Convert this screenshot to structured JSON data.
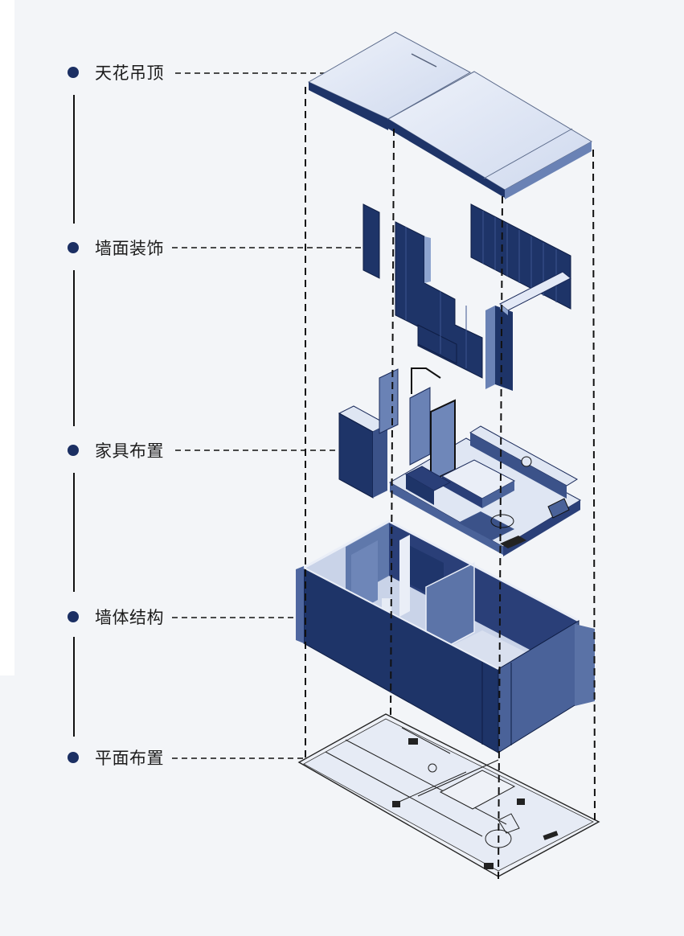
{
  "title": "Exploded axonometric of room layers",
  "colors": {
    "background": "#f3f5f8",
    "accent_dark": "#1b2f63",
    "wall_dark": "#1e3468",
    "wall_mid": "#4a6299",
    "surface_light": "#dde5f3",
    "line": "#111111"
  },
  "layers": [
    {
      "id": "ceiling",
      "label": "天花吊顶",
      "icon": "bullet-dot"
    },
    {
      "id": "wall-decor",
      "label": "墙面装饰",
      "icon": "bullet-dot"
    },
    {
      "id": "furniture",
      "label": "家具布置",
      "icon": "bullet-dot"
    },
    {
      "id": "wall-structure",
      "label": "墙体结构",
      "icon": "bullet-dot"
    },
    {
      "id": "floor-plan",
      "label": "平面布置",
      "icon": "bullet-dot"
    }
  ]
}
